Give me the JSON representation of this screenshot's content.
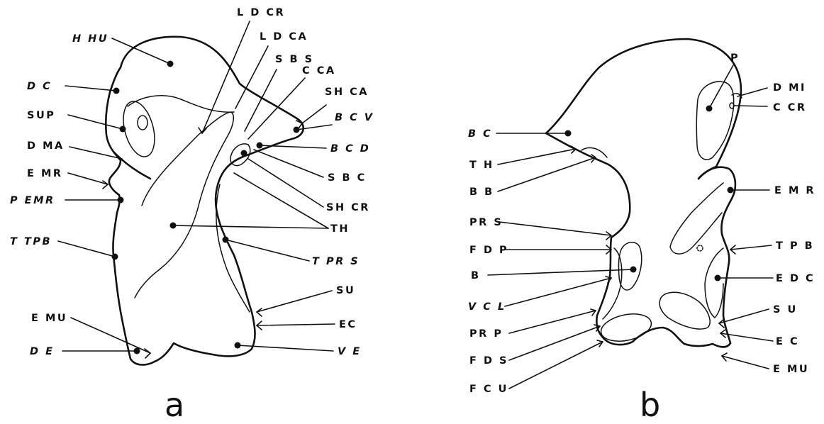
{
  "panels": [
    {
      "letter": "a",
      "labels": [
        {
          "id": "HHU",
          "text": "H HU",
          "italic": true
        },
        {
          "id": "LDCR",
          "text": "L D CR",
          "italic": false
        },
        {
          "id": "LDCA",
          "text": "L D CA",
          "italic": false
        },
        {
          "id": "SBS",
          "text": "S B S",
          "italic": false
        },
        {
          "id": "CCA",
          "text": "C CA",
          "italic": false
        },
        {
          "id": "SHCA",
          "text": "SH CA",
          "italic": false
        },
        {
          "id": "DC",
          "text": "D C",
          "italic": true
        },
        {
          "id": "SUP",
          "text": "SUP",
          "italic": false
        },
        {
          "id": "BCV",
          "text": "B C V",
          "italic": true
        },
        {
          "id": "DMA",
          "text": "D MA",
          "italic": false
        },
        {
          "id": "BCD",
          "text": "B C D",
          "italic": true
        },
        {
          "id": "EMR",
          "text": "E MR",
          "italic": false
        },
        {
          "id": "SBC",
          "text": "S B C",
          "italic": false
        },
        {
          "id": "PEMR",
          "text": "P EMR",
          "italic": true
        },
        {
          "id": "SHCR",
          "text": "SH CR",
          "italic": false
        },
        {
          "id": "TH",
          "text": "TH",
          "italic": false
        },
        {
          "id": "TTPB",
          "text": "T TPB",
          "italic": true
        },
        {
          "id": "TPRS",
          "text": "T PR S",
          "italic": true
        },
        {
          "id": "SU",
          "text": "SU",
          "italic": false
        },
        {
          "id": "EMU",
          "text": "E MU",
          "italic": false
        },
        {
          "id": "EC",
          "text": "EC",
          "italic": false
        },
        {
          "id": "DE",
          "text": "D E",
          "italic": true
        },
        {
          "id": "VE",
          "text": "V E",
          "italic": true
        }
      ]
    },
    {
      "letter": "b",
      "labels": [
        {
          "id": "P",
          "text": "P",
          "italic": false
        },
        {
          "id": "DMI",
          "text": "D MI",
          "italic": false
        },
        {
          "id": "CCR",
          "text": "C CR",
          "italic": false
        },
        {
          "id": "BC",
          "text": "B C",
          "italic": true
        },
        {
          "id": "TH",
          "text": "T H",
          "italic": false
        },
        {
          "id": "BB",
          "text": "B B",
          "italic": false
        },
        {
          "id": "EMR",
          "text": "E M R",
          "italic": false
        },
        {
          "id": "PRS",
          "text": "PR S",
          "italic": false
        },
        {
          "id": "FDP",
          "text": "F D P",
          "italic": false
        },
        {
          "id": "TPB",
          "text": "T P B",
          "italic": false
        },
        {
          "id": "B",
          "text": "B",
          "italic": false
        },
        {
          "id": "EDC",
          "text": "E D C",
          "italic": false
        },
        {
          "id": "VCL",
          "text": "V C L",
          "italic": true
        },
        {
          "id": "SU",
          "text": "S U",
          "italic": false
        },
        {
          "id": "PRP",
          "text": "PR P",
          "italic": false
        },
        {
          "id": "EC",
          "text": "E C",
          "italic": false
        },
        {
          "id": "FDS",
          "text": "F D S",
          "italic": false
        },
        {
          "id": "EMU",
          "text": "E MU",
          "italic": false
        },
        {
          "id": "FCU",
          "text": "F C U",
          "italic": false
        }
      ]
    }
  ]
}
